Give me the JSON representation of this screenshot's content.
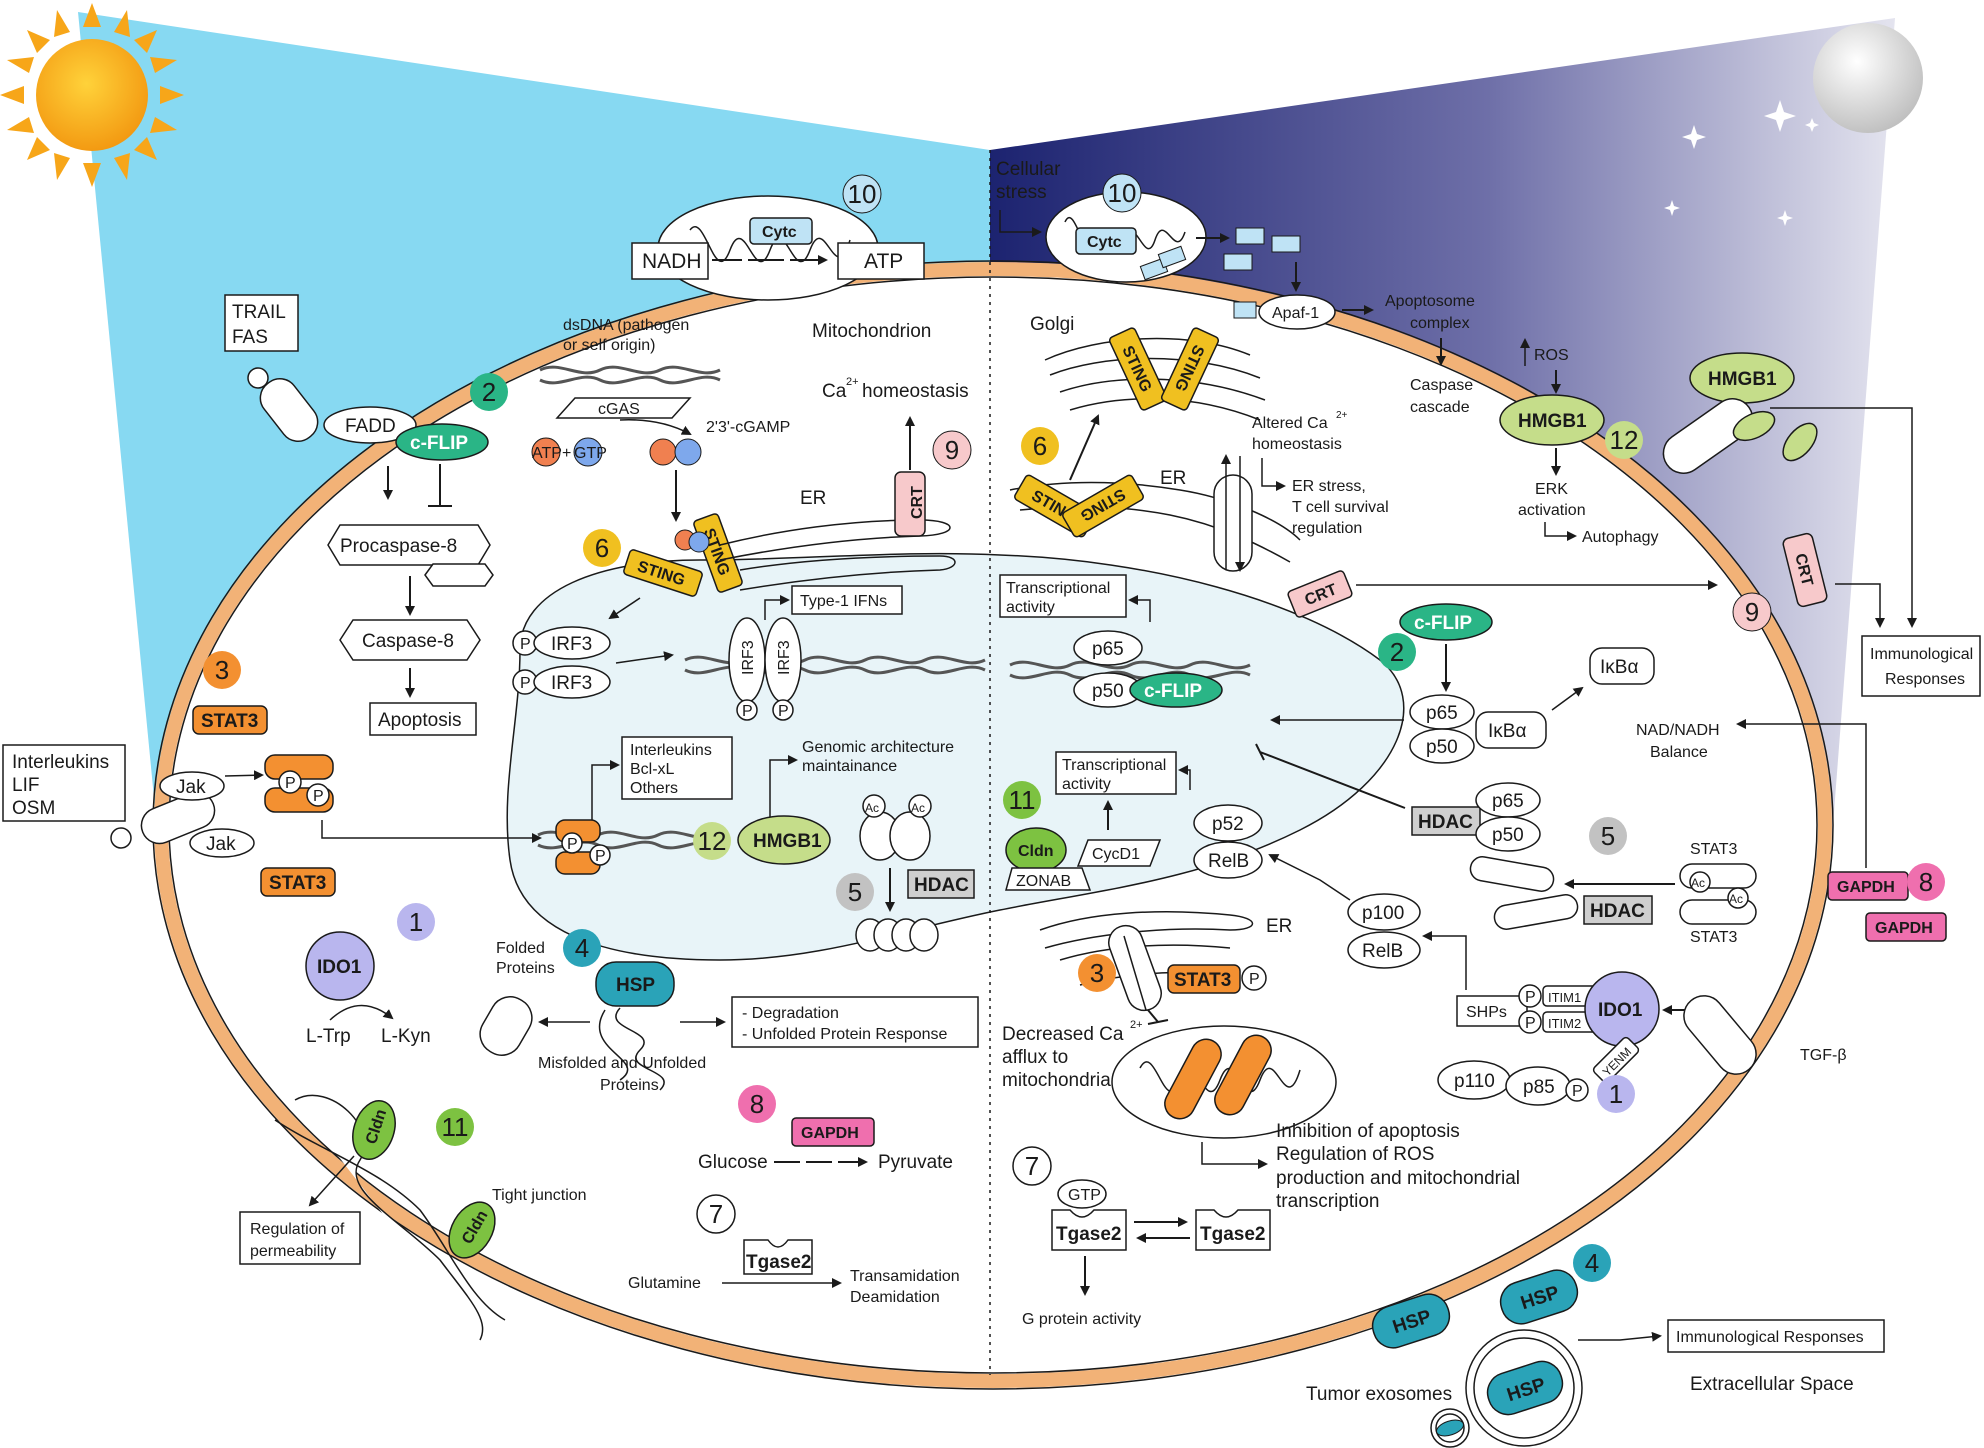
{
  "labels": {
    "trail": "TRAIL",
    "fas": "FAS",
    "fadd": "FADD",
    "cflip": "c-FLIP",
    "procaspase8": "Procaspase-8",
    "caspase8": "Caspase-8",
    "apoptosis": "Apoptosis",
    "interleukins_l": "Interleukins",
    "lif": "LIF",
    "osm": "OSM",
    "jak": "Jak",
    "stat3": "STAT3",
    "p": "P",
    "ido1": "IDO1",
    "ltrp": "L-Trp",
    "lkyn": "L-Kyn",
    "cldn": "Cldn",
    "regulation_of": "Regulation of",
    "permeability": "permeability",
    "tight_junction": "Tight junction",
    "nadh": "NADH",
    "atp": "ATP",
    "cytc": "Cytc",
    "mitochondrion": "Mitochondrion",
    "dsdna_1": "dsDNA (pathogen",
    "dsdna_2": "or self origin)",
    "cgas": "cGAS",
    "cgamp": "2'3'-cGAMP",
    "atp_small": "ATP",
    "gtp_small": "GTP",
    "plus": "+",
    "ca": "Ca",
    "ca_sup": "2+",
    "homeostasis": "homeostasis",
    "er": "ER",
    "crt": "CRT",
    "sting": "STING",
    "irf3": "IRF3",
    "type1_ifns": "Type-1 IFNs",
    "il_list_1": "Interleukins",
    "il_list_2": "Bcl-xL",
    "il_list_3": "Others",
    "genomic_1": "Genomic architecture",
    "genomic_2": "maintainance",
    "hmgb1": "HMGB1",
    "ac": "Ac",
    "hdac": "HDAC",
    "folded_1": "Folded",
    "folded_2": "Proteins",
    "hsp": "HSP",
    "misfolded_1": "Misfolded and Unfolded",
    "misfolded_2": "Proteins",
    "degradation": "- Degradation",
    "upr": "- Unfolded Protein Response",
    "gapdh": "GAPDH",
    "glucose": "Glucose",
    "pyruvate": "Pyruvate",
    "tgase2": "Tgase2",
    "glutamine": "Glutamine",
    "transamidation": "Transamidation",
    "deamidation": "Deamidation",
    "cellular_stress_1": "Cellular",
    "cellular_stress_2": "stress",
    "apaf1": "Apaf-1",
    "apoptosome_1": "Apoptosome",
    "apoptosome_2": "complex",
    "caspase_1": "Caspase",
    "caspase_2": "cascade",
    "golgi": "Golgi",
    "altered_ca_1": "Altered Ca",
    "altered_ca_2": "homeostasis",
    "er_stress_1": "ER stress,",
    "er_stress_2": "T cell survival",
    "er_stress_3": "regulation",
    "ros": "ROS",
    "erk_1": "ERK",
    "erk_2": "activation",
    "autophagy": "Autophagy",
    "transcriptional_1": "Transcriptional",
    "transcriptional_2": "activity",
    "p65": "p65",
    "p50": "p50",
    "p52": "p52",
    "relb": "RelB",
    "p100": "p100",
    "ikba": "IκBα",
    "nad_1": "NAD/NADH",
    "nad_2": "Balance",
    "immunological_1": "Immunological",
    "immunological_2": "Responses",
    "zonab": "ZONAB",
    "cycd1": "CycD1",
    "decreased_1": "Decreased Ca",
    "decreased_2": "afflux to",
    "decreased_3": "mitochondria",
    "inhibition_1": "Inhibition of apoptosis",
    "inhibition_2": "Regulation of ROS",
    "inhibition_3": "production and mitochondrial",
    "inhibition_4": "transcription",
    "shps": "SHPs",
    "itim1": "ITIM1",
    "itim2": "ITIM2",
    "p110": "p110",
    "p85": "p85",
    "yenm": "YENM",
    "tgfb": "TGF-β",
    "gtp": "GTP",
    "g_protein": "G protein activity",
    "immunological_responses": "Immunological Responses",
    "tumor_exosomes": "Tumor exosomes",
    "extracellular": "Extracellular Space"
  },
  "numbers": [
    "1",
    "2",
    "3",
    "4",
    "5",
    "6",
    "7",
    "8",
    "9",
    "10",
    "11",
    "12"
  ],
  "colors": {
    "sky": "#87d9f2",
    "night_dark": "#1c2370",
    "night_light": "#c9c9df",
    "cell_border": "#f2b277",
    "nucleus": "#e8f4f8",
    "cflip": "#2ab586",
    "stat3": "#f39031",
    "sting": "#f0c020",
    "cytc": "#bfe3f5",
    "crt": "#f7c9cb",
    "hmgb1": "#c5dd8a",
    "cldn": "#7dc241",
    "hdac": "#cfcfcf",
    "gapdh": "#ef6fae",
    "hsp": "#2aa3b8",
    "ido1": "#b9b6ee",
    "sun": "#f7a619"
  },
  "icons": [
    "sun-icon",
    "moon-icon",
    "star-icon"
  ]
}
